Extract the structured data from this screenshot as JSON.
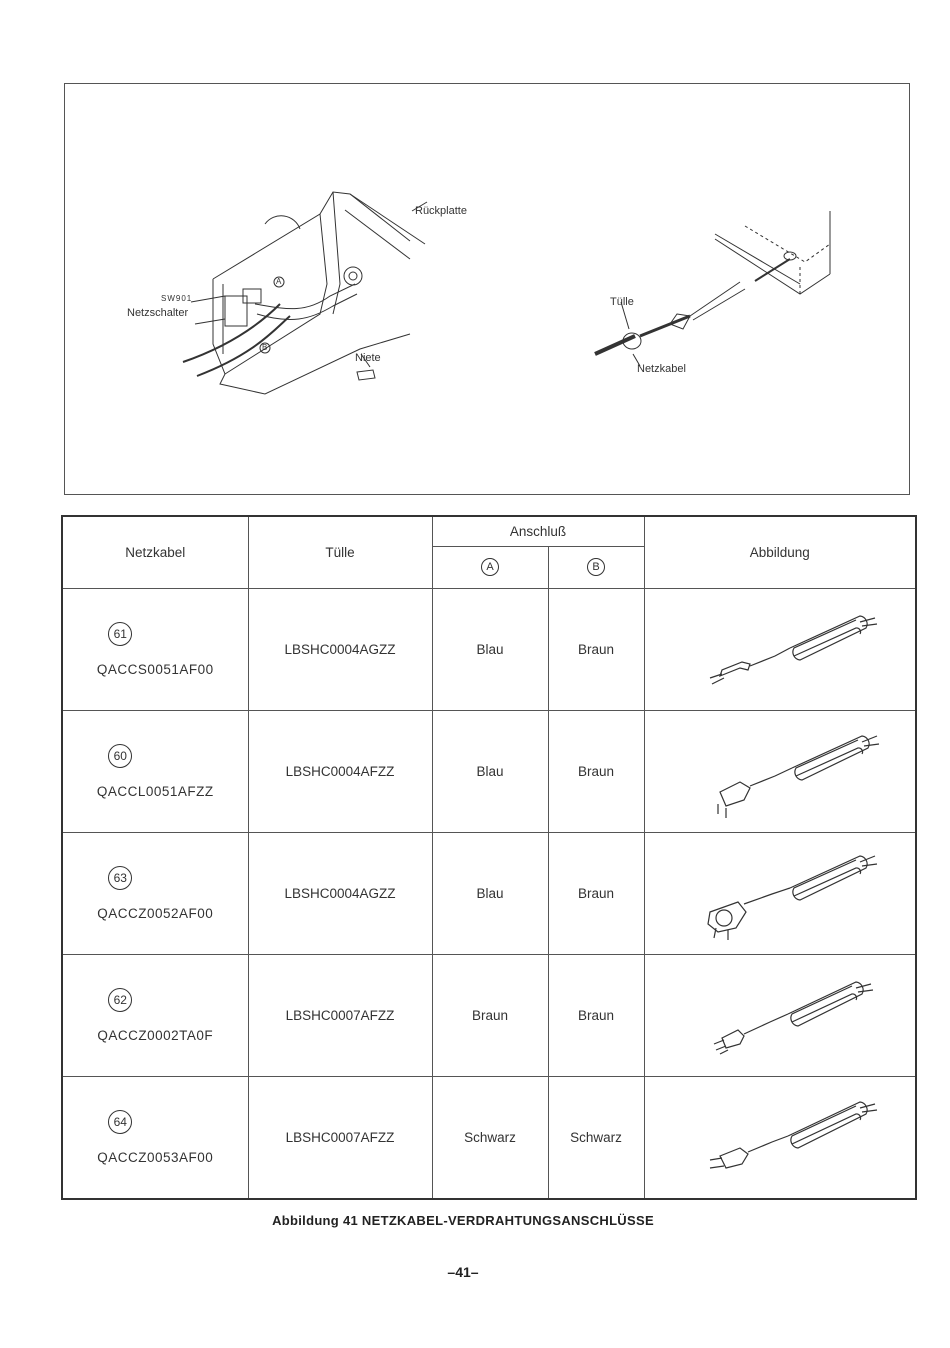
{
  "figure_labels": {
    "rueckplatte": "Rückplatte",
    "sw901": "SW901",
    "netzschalter": "Netzschalter",
    "niete": "Niete",
    "tuelle": "Tülle",
    "netzkabel": "Netzkabel",
    "a": "A",
    "b": "B"
  },
  "table": {
    "headers": {
      "netzkabel": "Netzkabel",
      "tuelle": "Tülle",
      "anschluss": "Anschluß",
      "a": "A",
      "b": "B",
      "abbildung": "Abbildung"
    },
    "rows": [
      {
        "index": "61",
        "netzkabel": "QACCS0051AF00",
        "tuelle": "LBSHC0004AGZZ",
        "a": "Blau",
        "b": "Braun",
        "plug_icon": "flat-two-pin-plug-icon"
      },
      {
        "index": "60",
        "netzkabel": "QACCL0051AFZZ",
        "tuelle": "LBSHC0004AFZZ",
        "a": "Blau",
        "b": "Braun",
        "plug_icon": "angled-two-pin-plug-icon"
      },
      {
        "index": "63",
        "netzkabel": "QACCZ0052AF00",
        "tuelle": "LBSHC0004AGZZ",
        "a": "Blau",
        "b": "Braun",
        "plug_icon": "schuko-plug-icon"
      },
      {
        "index": "62",
        "netzkabel": "QACCZ0002TA0F",
        "tuelle": "LBSHC0007AFZZ",
        "a": "Braun",
        "b": "Braun",
        "plug_icon": "three-pin-plug-icon"
      },
      {
        "index": "64",
        "netzkabel": "QACCZ0053AF00",
        "tuelle": "LBSHC0007AFZZ",
        "a": "Schwarz",
        "b": "Schwarz",
        "plug_icon": "round-two-pin-plug-icon"
      }
    ]
  },
  "caption": "Abbildung 41 NETZKABEL-VERDRAHTUNGSANSCHLÜSSE",
  "page_number": "–41–"
}
